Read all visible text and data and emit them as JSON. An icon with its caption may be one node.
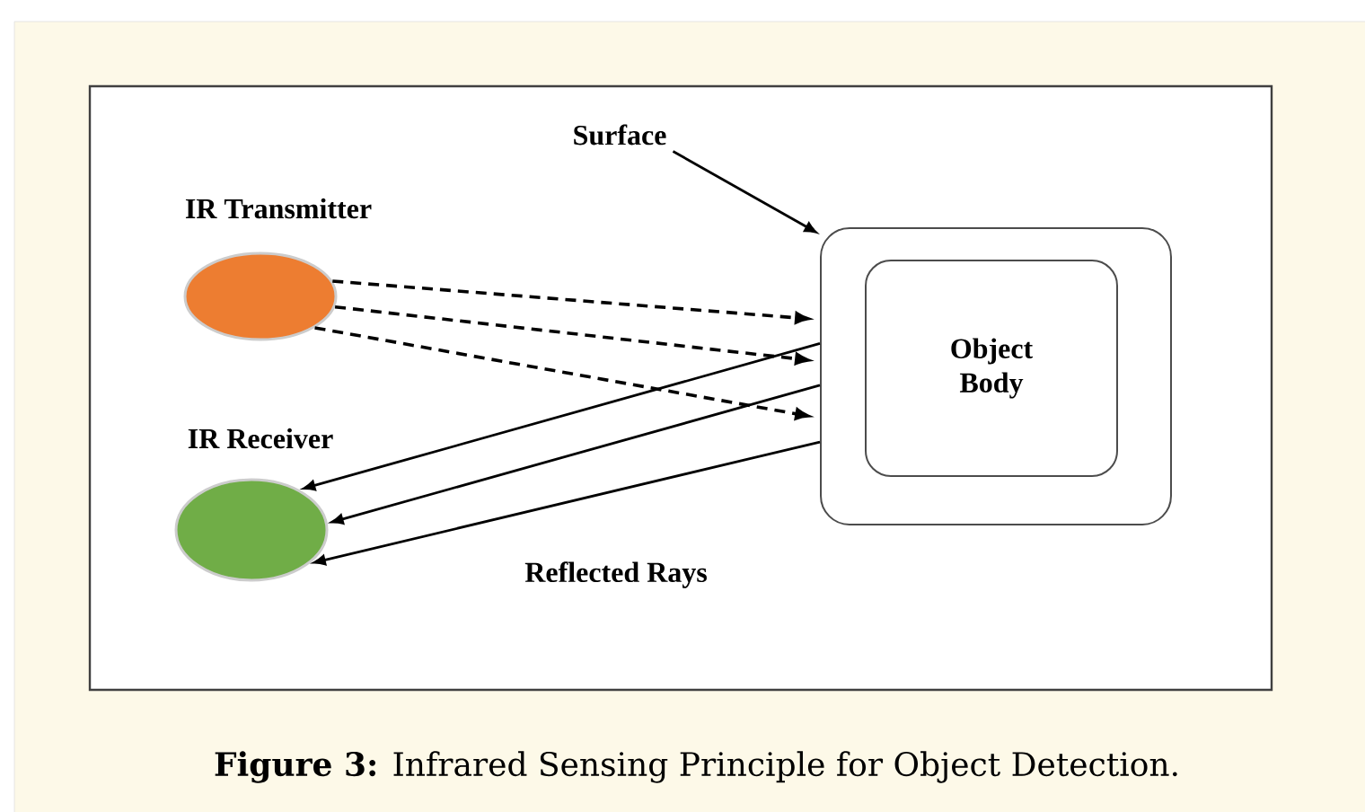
{
  "diagram": {
    "caption": "**Figure 3:** Infrared Sensing Principle for Object Detection.",
    "nodes": [
      {
        "text": [
          "IR Transmitter"
        ]
      },
      {
        "text": [
          "IR Receiver"
        ]
      },
      {
        "text": [],
        "shape": "box"
      },
      {
        "text": [
          "Object Body"
        ],
        "in": 2
      },
      {
        "text": [
          "Surface"
        ]
      }
    ],
    "edges": [
      {
        "from": 4,
        "to": 2,
        "arrow": "to"
      },
      {
        "from": 0,
        "to": 2,
        "arrow": "to",
        "style": "dashed"
      },
      {
        "from": 0,
        "to": 2,
        "arrow": "to",
        "style": "dashed"
      },
      {
        "from": 0,
        "to": 2,
        "arrow": "to",
        "style": "dashed"
      },
      {
        "from": 2,
        "to": 1,
        "arrow": "to"
      },
      {
        "from": 2,
        "to": 1,
        "arrow": "to"
      },
      {
        "from": 2,
        "to": 1,
        "arrow": "to"
      }
    ],
    "labels": [
      "Reflected Rays"
    ]
  }
}
